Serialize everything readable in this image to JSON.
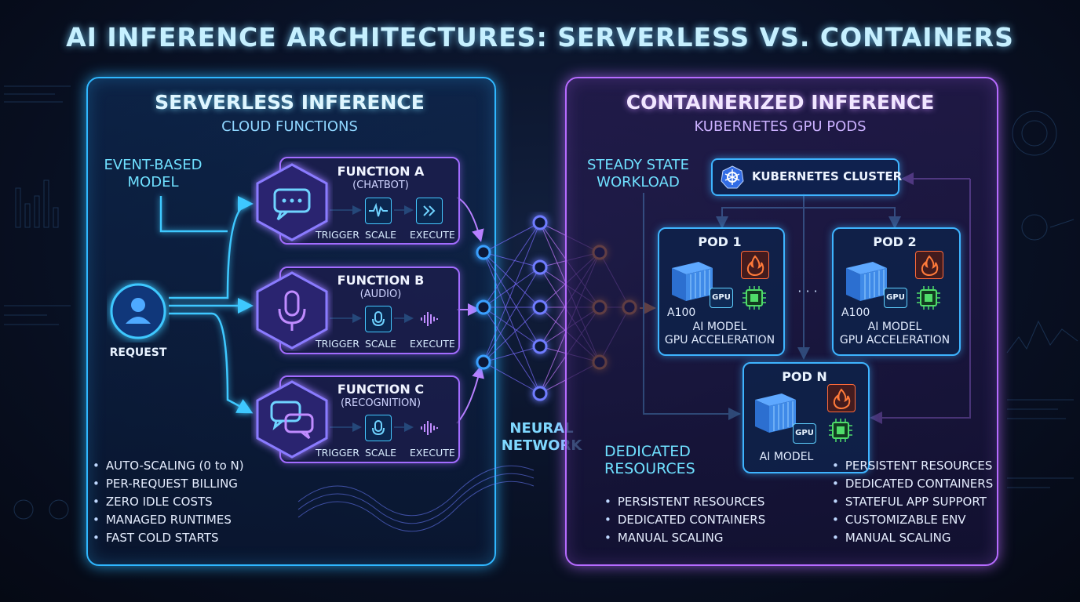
{
  "title": "AI INFERENCE ARCHITECTURES: SERVERLESS VS. CONTAINERS",
  "serverless": {
    "title": "SERVERLESS INFERENCE",
    "subtitle": "CLOUD FUNCTIONS",
    "model_label_1": "EVENT-BASED",
    "model_label_2": "MODEL",
    "request_label": "REQUEST",
    "functions": [
      {
        "name": "FUNCTION A",
        "desc": "(CHATBOT)",
        "icon": "chat-bubble-icon",
        "step2_icon": "waveform-icon",
        "step3_icon": "fast-forward-icon"
      },
      {
        "name": "FUNCTION B",
        "desc": "(AUDIO)",
        "icon": "microphone-icon",
        "step2_icon": "microphone-icon",
        "step3_icon": "sound-wave-icon"
      },
      {
        "name": "FUNCTION C",
        "desc": "(RECOGNITION)",
        "icon": "conversation-icon",
        "step2_icon": "microphone-icon",
        "step3_icon": "sound-wave-icon"
      }
    ],
    "steps": [
      "TRIGGER",
      "SCALE",
      "EXECUTE"
    ],
    "bullets": [
      "AUTO-SCALING (0 to N)",
      "PER-REQUEST BILLING",
      "ZERO IDLE COSTS",
      "MANAGED RUNTIMES",
      "FAST COLD STARTS"
    ]
  },
  "neural_network": {
    "label_1": "NEURAL",
    "label_2": "NETWORK"
  },
  "containers": {
    "title": "CONTAINERIZED INFERENCE",
    "subtitle": "KUBERNETES GPU PODS",
    "workload_1": "STEADY STATE",
    "workload_2": "WORKLOAD",
    "cluster": "KUBERNETES CLUSTER",
    "pods": [
      {
        "name": "POD 1",
        "chip": "A100",
        "gpu": "GPU",
        "line1": "AI MODEL",
        "line2": "GPU ACCELERATION"
      },
      {
        "name": "POD 2",
        "chip": "A100",
        "gpu": "GPU",
        "line1": "AI MODEL",
        "line2": "GPU ACCELERATION"
      },
      {
        "name": "POD N",
        "gpu": "GPU",
        "line1": "AI MODEL"
      }
    ],
    "ellipsis": "· · ·",
    "resources_1": "DEDICATED",
    "resources_2": "RESOURCES",
    "bullets_left": [
      "PERSISTENT RESOURCES",
      "DEDICATED CONTAINERS",
      "MANUAL SCALING"
    ],
    "bullets_right": [
      "PERSISTENT RESOURCES",
      "DEDICATED CONTAINERS",
      "STATEFUL APP SUPPORT",
      "CUSTOMIZABLE ENV",
      "MANUAL SCALING"
    ]
  },
  "colors": {
    "serverless_accent": "#2fb7ff",
    "container_accent": "#b66bff",
    "network_blue": "#3aa0ff",
    "network_orange": "#ff9a3a"
  }
}
